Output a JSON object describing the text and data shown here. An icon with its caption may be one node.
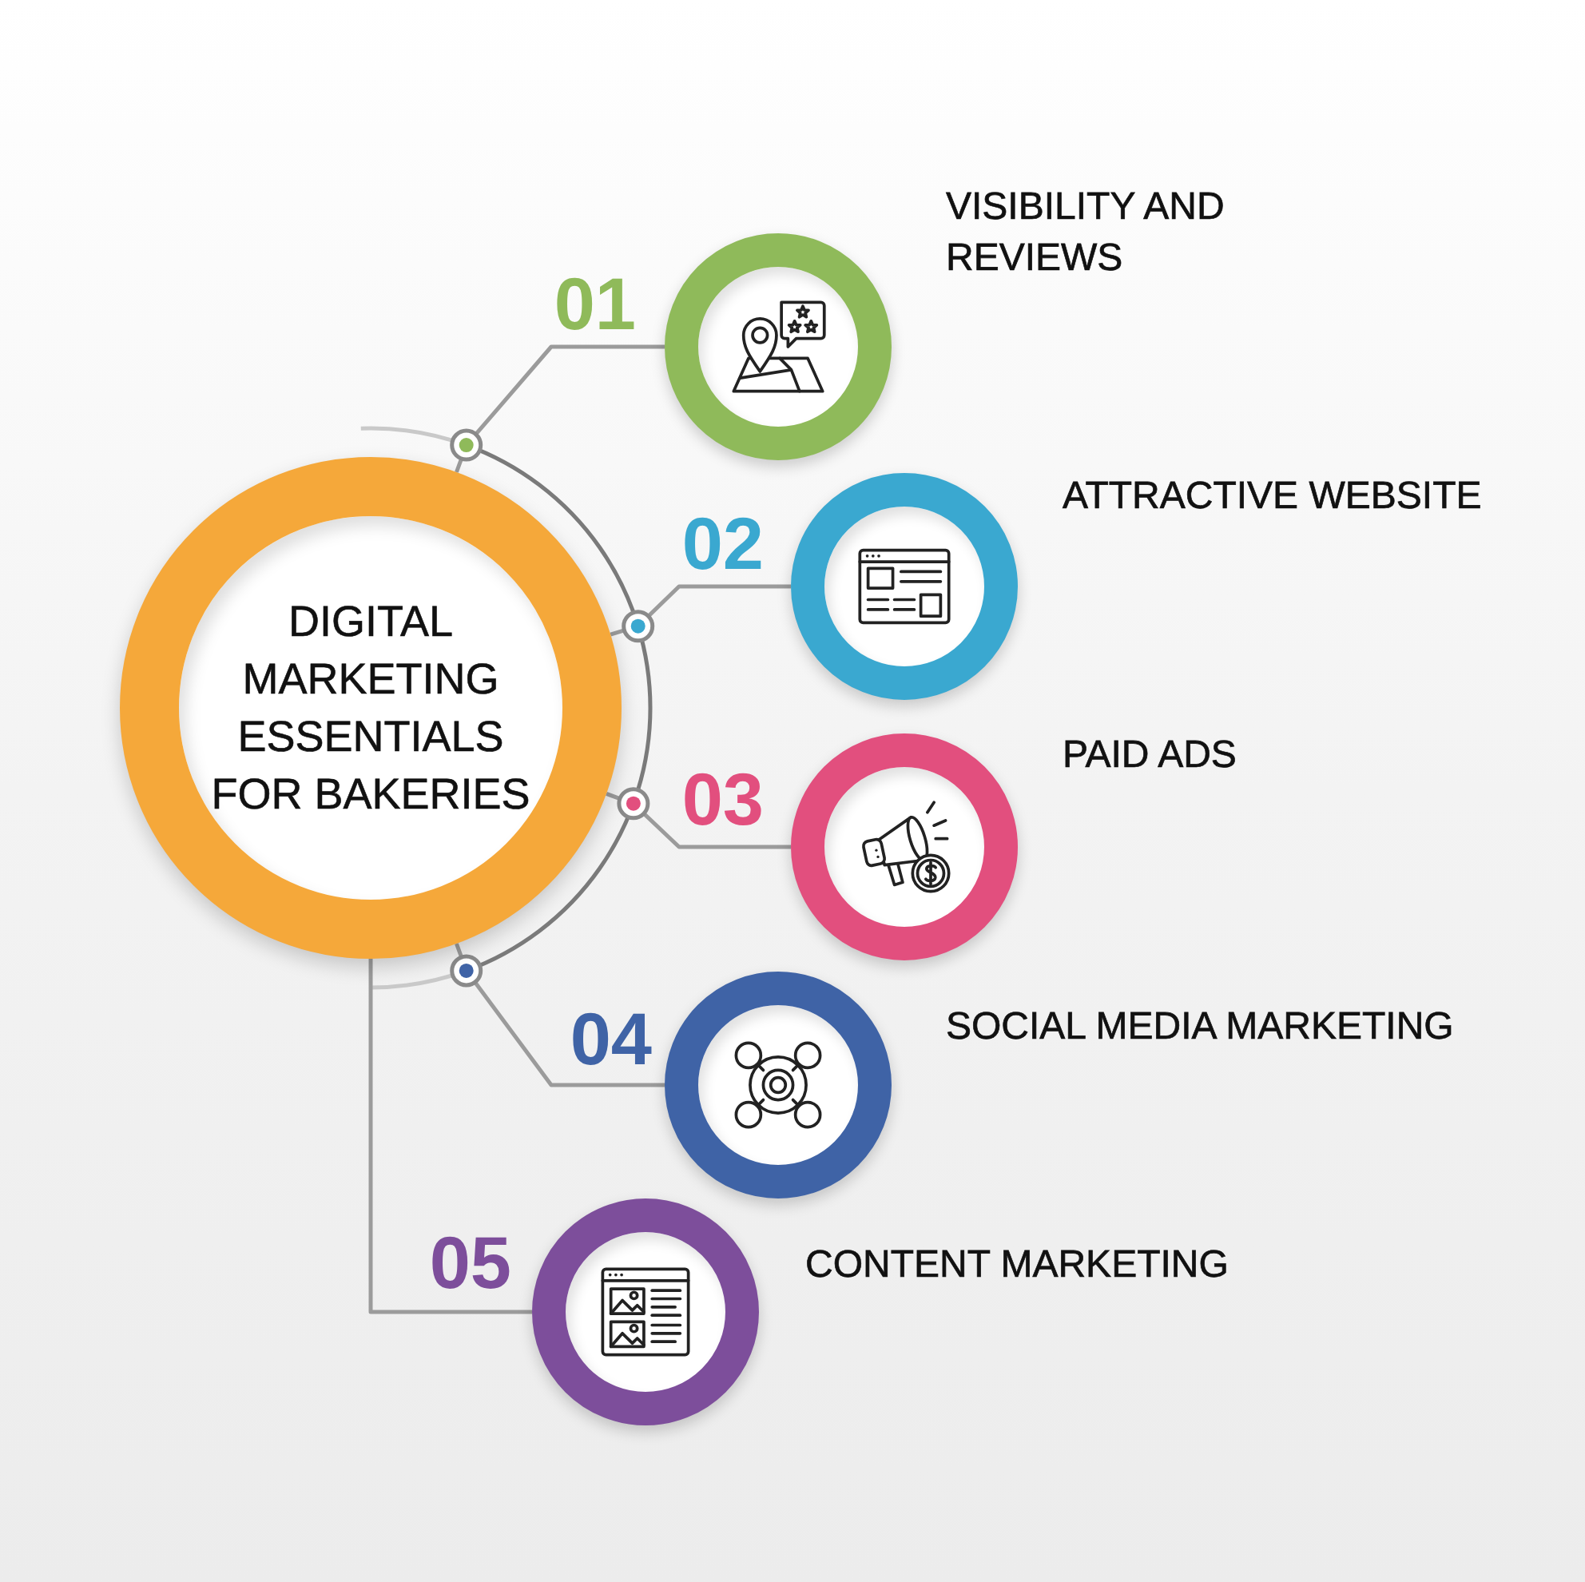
{
  "diagram": {
    "nodes": [
      {
        "text": [
          "DIGITAL MARKETING ESSENTIALS FOR BAKERIES"
        ]
      },
      {
        "text": [
          "VISIBILITY AND REVIEWS"
        ],
        "beside": [
          "01"
        ]
      },
      {
        "text": [
          "ATTRACTIVE WEBSITE"
        ],
        "beside": [
          "02"
        ]
      },
      {
        "text": [
          "PAID ADS"
        ],
        "beside": [
          "03"
        ]
      },
      {
        "text": [
          "SOCIAL MEDIA MARKETING"
        ],
        "beside": [
          "04"
        ]
      },
      {
        "text": [
          "CONTENT MARKETING"
        ],
        "beside": [
          "05"
        ]
      }
    ],
    "edges": [
      {
        "from": 0,
        "to": 1,
        "arrow": "none"
      },
      {
        "from": 0,
        "to": 2,
        "arrow": "none"
      },
      {
        "from": 0,
        "to": 3,
        "arrow": "none"
      },
      {
        "from": 0,
        "to": 4,
        "arrow": "none"
      },
      {
        "from": 0,
        "to": 5,
        "arrow": "none"
      }
    ]
  }
}
